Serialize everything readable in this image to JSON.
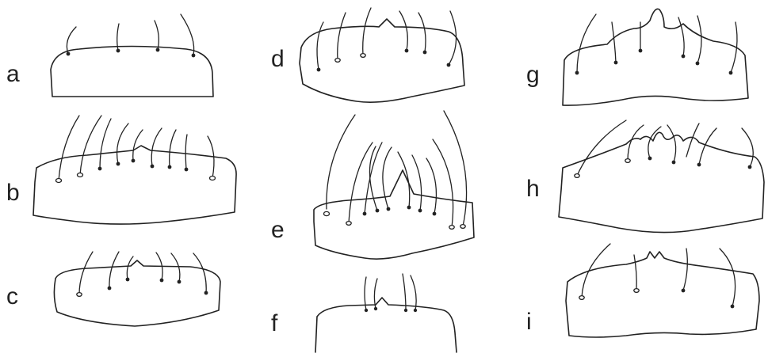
{
  "figure": {
    "panels": [
      {
        "id": "a",
        "label": "a"
      },
      {
        "id": "b",
        "label": "b"
      },
      {
        "id": "c",
        "label": "c"
      },
      {
        "id": "d",
        "label": "d"
      },
      {
        "id": "e",
        "label": "e"
      },
      {
        "id": "f",
        "label": "f"
      },
      {
        "id": "g",
        "label": "g"
      },
      {
        "id": "h",
        "label": "h"
      },
      {
        "id": "i",
        "label": "i"
      }
    ]
  }
}
